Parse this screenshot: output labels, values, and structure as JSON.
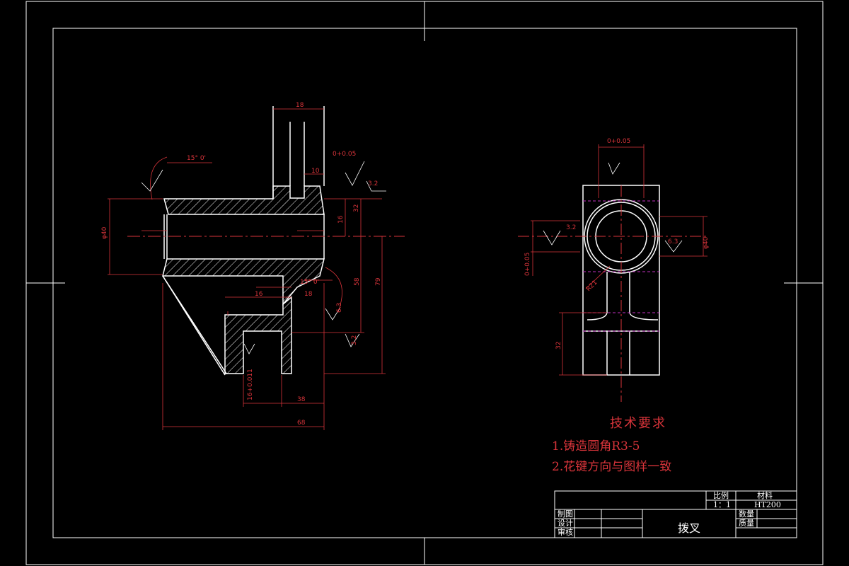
{
  "technical_requirements": {
    "title": "技术要求",
    "items": [
      "1.铸造圆角R3-5",
      "2.花键方向与图样一致"
    ]
  },
  "title_block": {
    "ratio_label": "比例",
    "ratio_value": "1：1",
    "material_label": "材料",
    "material_value": "HT200",
    "drawn_label": "制图",
    "design_label": "设计",
    "review_label": "审核",
    "part_name": "拨叉",
    "quantity_label": "数量",
    "weight_label": "质量"
  },
  "dimensions": {
    "top_width": "18",
    "slot_fit": "0+0.05",
    "slot_depth": "10",
    "bore_dia": "φ40",
    "hub_dim": "32",
    "boss_dim": "16",
    "height_total": "79",
    "height_mid": "58",
    "chamfer": "15° 0'",
    "fork_width_1": "16",
    "fork_width_2": "18",
    "fork_slot": "16+0.011",
    "fork_len": "38",
    "total_len": "68",
    "roughness_1": "3.2",
    "roughness_2": "6.3",
    "r_dim": "R21",
    "side_h": "32",
    "spline_dim": "φ40"
  },
  "colors": {
    "outline": "#ffffff",
    "dimension": "#d8343a",
    "centerline": "#d8343a",
    "hidden": "#c02fc0",
    "background": "#000000"
  }
}
